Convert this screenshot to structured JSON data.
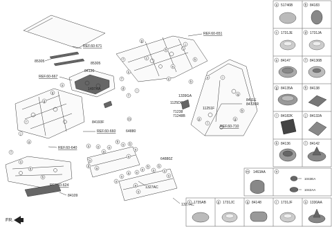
{
  "parts": {
    "p85305a": "85305",
    "p85305b": "85305",
    "p84120": "84120",
    "p1497AA": "1497AA",
    "p84193F": "84193F",
    "p64880": "64880",
    "p64880Z": "64880Z",
    "p1327ACa": "1327AC",
    "p1327ACb": "1327AC",
    "p84109": "84109",
    "p1339GA": "1339GA",
    "p1125DQ": "1125DQ",
    "p71238": "71238",
    "p71248B": "71248B",
    "p11251F": "11251F",
    "p8411E": "8411E",
    "p84126R": "84126R"
  },
  "refs": {
    "r671": "REF.60-671",
    "r651": "REF.60-651",
    "r667": "REF.60-667",
    "r660": "REF.60-660",
    "r640": "REF.60-640",
    "r624": "REF.60-624",
    "r710": "REF.60-710"
  },
  "fr_label": "FR.",
  "grid": [
    {
      "letter": "a",
      "part": "51746B"
    },
    {
      "letter": "b",
      "part": "84183"
    },
    {
      "letter": "c",
      "part": "1731JE"
    },
    {
      "letter": "d",
      "part": "1731JA"
    },
    {
      "letter": "e",
      "part": "84147"
    },
    {
      "letter": "f",
      "part": "84136B"
    },
    {
      "letter": "g",
      "part": "84135A"
    },
    {
      "letter": "h",
      "part": "84138"
    },
    {
      "letter": "i",
      "part": "84182K"
    },
    {
      "letter": "j",
      "part": "84132A"
    },
    {
      "letter": "k",
      "part": "84136"
    },
    {
      "letter": "l",
      "part": "84142"
    }
  ],
  "cell_m": {
    "letter": "m",
    "part": "1463AA"
  },
  "cell_n": {
    "letter": "n",
    "sub1": "1043EA",
    "sub2": "1042AA"
  },
  "bottom_row": [
    {
      "letter": "o",
      "part": "1735AB"
    },
    {
      "letter": "p",
      "part": "1731JC"
    },
    {
      "letter": "q",
      "part": "84148"
    },
    {
      "letter": "r",
      "part": "1731JF"
    },
    {
      "letter": "s",
      "part": "1330AA"
    }
  ]
}
